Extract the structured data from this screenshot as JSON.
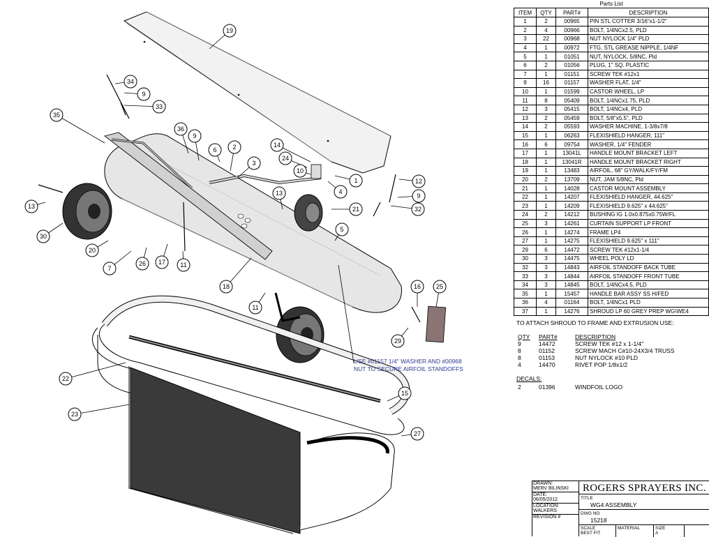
{
  "parts_list": {
    "title": "Parts List",
    "headers": [
      "ITEM",
      "QTY",
      "PART#",
      "DESCRIPTION"
    ],
    "rows": [
      [
        "1",
        "2",
        "00965",
        "PIN STL COTTER 3/16\"x1-1/2\""
      ],
      [
        "2",
        "4",
        "00966",
        "BOLT, 1/4NCx2.5, PLD"
      ],
      [
        "3",
        "22",
        "00968",
        "NUT NYLOCK 1/4\" PLD"
      ],
      [
        "4",
        "1",
        "00972",
        "FTG, STL GREASE NIPPLE, 1/4NF"
      ],
      [
        "5",
        "1",
        "01051",
        "NUT, NYLOCK, 5/8NC, Pld"
      ],
      [
        "6",
        "2",
        "01056",
        "PLUG, 1\" SQ. PLASTIC"
      ],
      [
        "7",
        "1",
        "01151",
        "SCREW TEK #12x1"
      ],
      [
        "9",
        "16",
        "01157",
        "WASHER FLAT, 1/4\""
      ],
      [
        "10",
        "1",
        "01599",
        "CASTOR WHEEL, LP"
      ],
      [
        "11",
        "8",
        "05409",
        "BOLT, 1/4NCx1.75, PLD"
      ],
      [
        "12",
        "3",
        "05415",
        "BOLT, 1/4NCx4, PLD"
      ],
      [
        "13",
        "2",
        "05459",
        "BOLT, 5/8\"x5.5\", PLD"
      ],
      [
        "14",
        "2",
        "05593",
        "WASHER MACHINE, 1-3/8x7/8"
      ],
      [
        "15",
        "1",
        "06263",
        "FLEXISHIELD HANGER, 111\""
      ],
      [
        "16",
        "6",
        "09754",
        "WASHER, 1/4\" FENDER"
      ],
      [
        "17",
        "1",
        "13041L",
        "HANDLE MOUNT BRACKET LEFT"
      ],
      [
        "18",
        "1",
        "13041R",
        "HANDLE MOUNT BRACKET RIGHT"
      ],
      [
        "19",
        "1",
        "13483",
        "AIRFOIL, 68\" GY/WALK/FY/FM"
      ],
      [
        "20",
        "2",
        "13709",
        "NUT, JAM 5/8NC, Pld"
      ],
      [
        "21",
        "1",
        "14028",
        "CASTOR MOUNT ASSEMBLY"
      ],
      [
        "22",
        "1",
        "14207",
        "FLEXISHIELD HANGER, 44.625\""
      ],
      [
        "23",
        "1",
        "14209",
        "FLEXISHIELD 9.625\" x 44.625\""
      ],
      [
        "24",
        "2",
        "14212",
        "BUSHING IG 1.0x0.875x0.75W/FL"
      ],
      [
        "25",
        "3",
        "14261",
        "CURTAIN SUPPORT LP FRONT"
      ],
      [
        "26",
        "1",
        "14274",
        "FRAME LP4"
      ],
      [
        "27",
        "1",
        "14275",
        "FLEXISHIELD 9.625\" x 111\""
      ],
      [
        "29",
        "6",
        "14472",
        "SCREW TEK #12x1-1/4"
      ],
      [
        "30",
        "3",
        "14475",
        "WHEEL POLY LD"
      ],
      [
        "32",
        "3",
        "14843",
        "AIRFOIL STANDOFF BACK TUBE"
      ],
      [
        "33",
        "3",
        "14844",
        "AIRFOIL STANDOFF FRONT TUBE"
      ],
      [
        "34",
        "3",
        "14845",
        "BOLT, 1/4NCx4.5, PLD"
      ],
      [
        "35",
        "1",
        "15457",
        "HANDLE BAR ASSY SS H/FED"
      ],
      [
        "36",
        "4",
        "01164",
        "BOLT, 1/4NCx1 PLD"
      ],
      [
        "37",
        "1",
        "14276",
        "SHROUD LP 60 GREY PREP WG\\WE4"
      ]
    ]
  },
  "attach": {
    "heading": "TO ATTACH SHROUD TO FRAME AND EXTRUSION USE:",
    "col_qty": "QTY",
    "col_part": "PART#",
    "col_desc": "DESCRIPTION",
    "rows": [
      [
        "9",
        "14472",
        "SCREW TEK #12 x 1-1/4\""
      ],
      [
        "8",
        "01152",
        "SCREW MACH C#10-24X3/4 TRUSS"
      ],
      [
        "8",
        "01153",
        "NUT NYLOCK #10 PLD"
      ],
      [
        "4",
        "14470",
        "RIVET POP 1/8x1/2"
      ]
    ]
  },
  "decals": {
    "heading": "DECALS:",
    "rows": [
      [
        "2",
        "01396",
        "WINDFOIL LOGO"
      ]
    ]
  },
  "note": {
    "line1": "USE #01157 1/4\" WASHER AND #00968",
    "line2": "NUT TO SECURE AIRFOIL STANDOFFS",
    "color": "#2b3a8c"
  },
  "title_block": {
    "drawn_label": "DRAWN:",
    "drawn_value": "MERV BILINSKI",
    "date_label": "DATE:",
    "date_value": "06/05/2012",
    "location_label": "LOCATION:",
    "location_value": "WALKERS",
    "revision_label": "REVISION #",
    "company": "ROGERS SPRAYERS INC.",
    "title_label": "TITLE",
    "title_value": "WG4 ASSEMBLY",
    "dwg_label": "DWG NO",
    "dwg_value": "15218",
    "scale_label": "SCALE",
    "scale_value": "BEST FIT",
    "material_label": "MATERIAL",
    "size_label": "SIZE",
    "size_value": "A"
  },
  "balloons": [
    "19",
    "34",
    "9",
    "33",
    "35",
    "36",
    "9",
    "6",
    "2",
    "14",
    "3",
    "24",
    "10",
    "1",
    "4",
    "12",
    "9",
    "32",
    "13",
    "13",
    "21",
    "30",
    "5",
    "20",
    "7",
    "26",
    "17",
    "11",
    "18",
    "11",
    "16",
    "25",
    "29",
    "22",
    "15",
    "23",
    "27"
  ]
}
